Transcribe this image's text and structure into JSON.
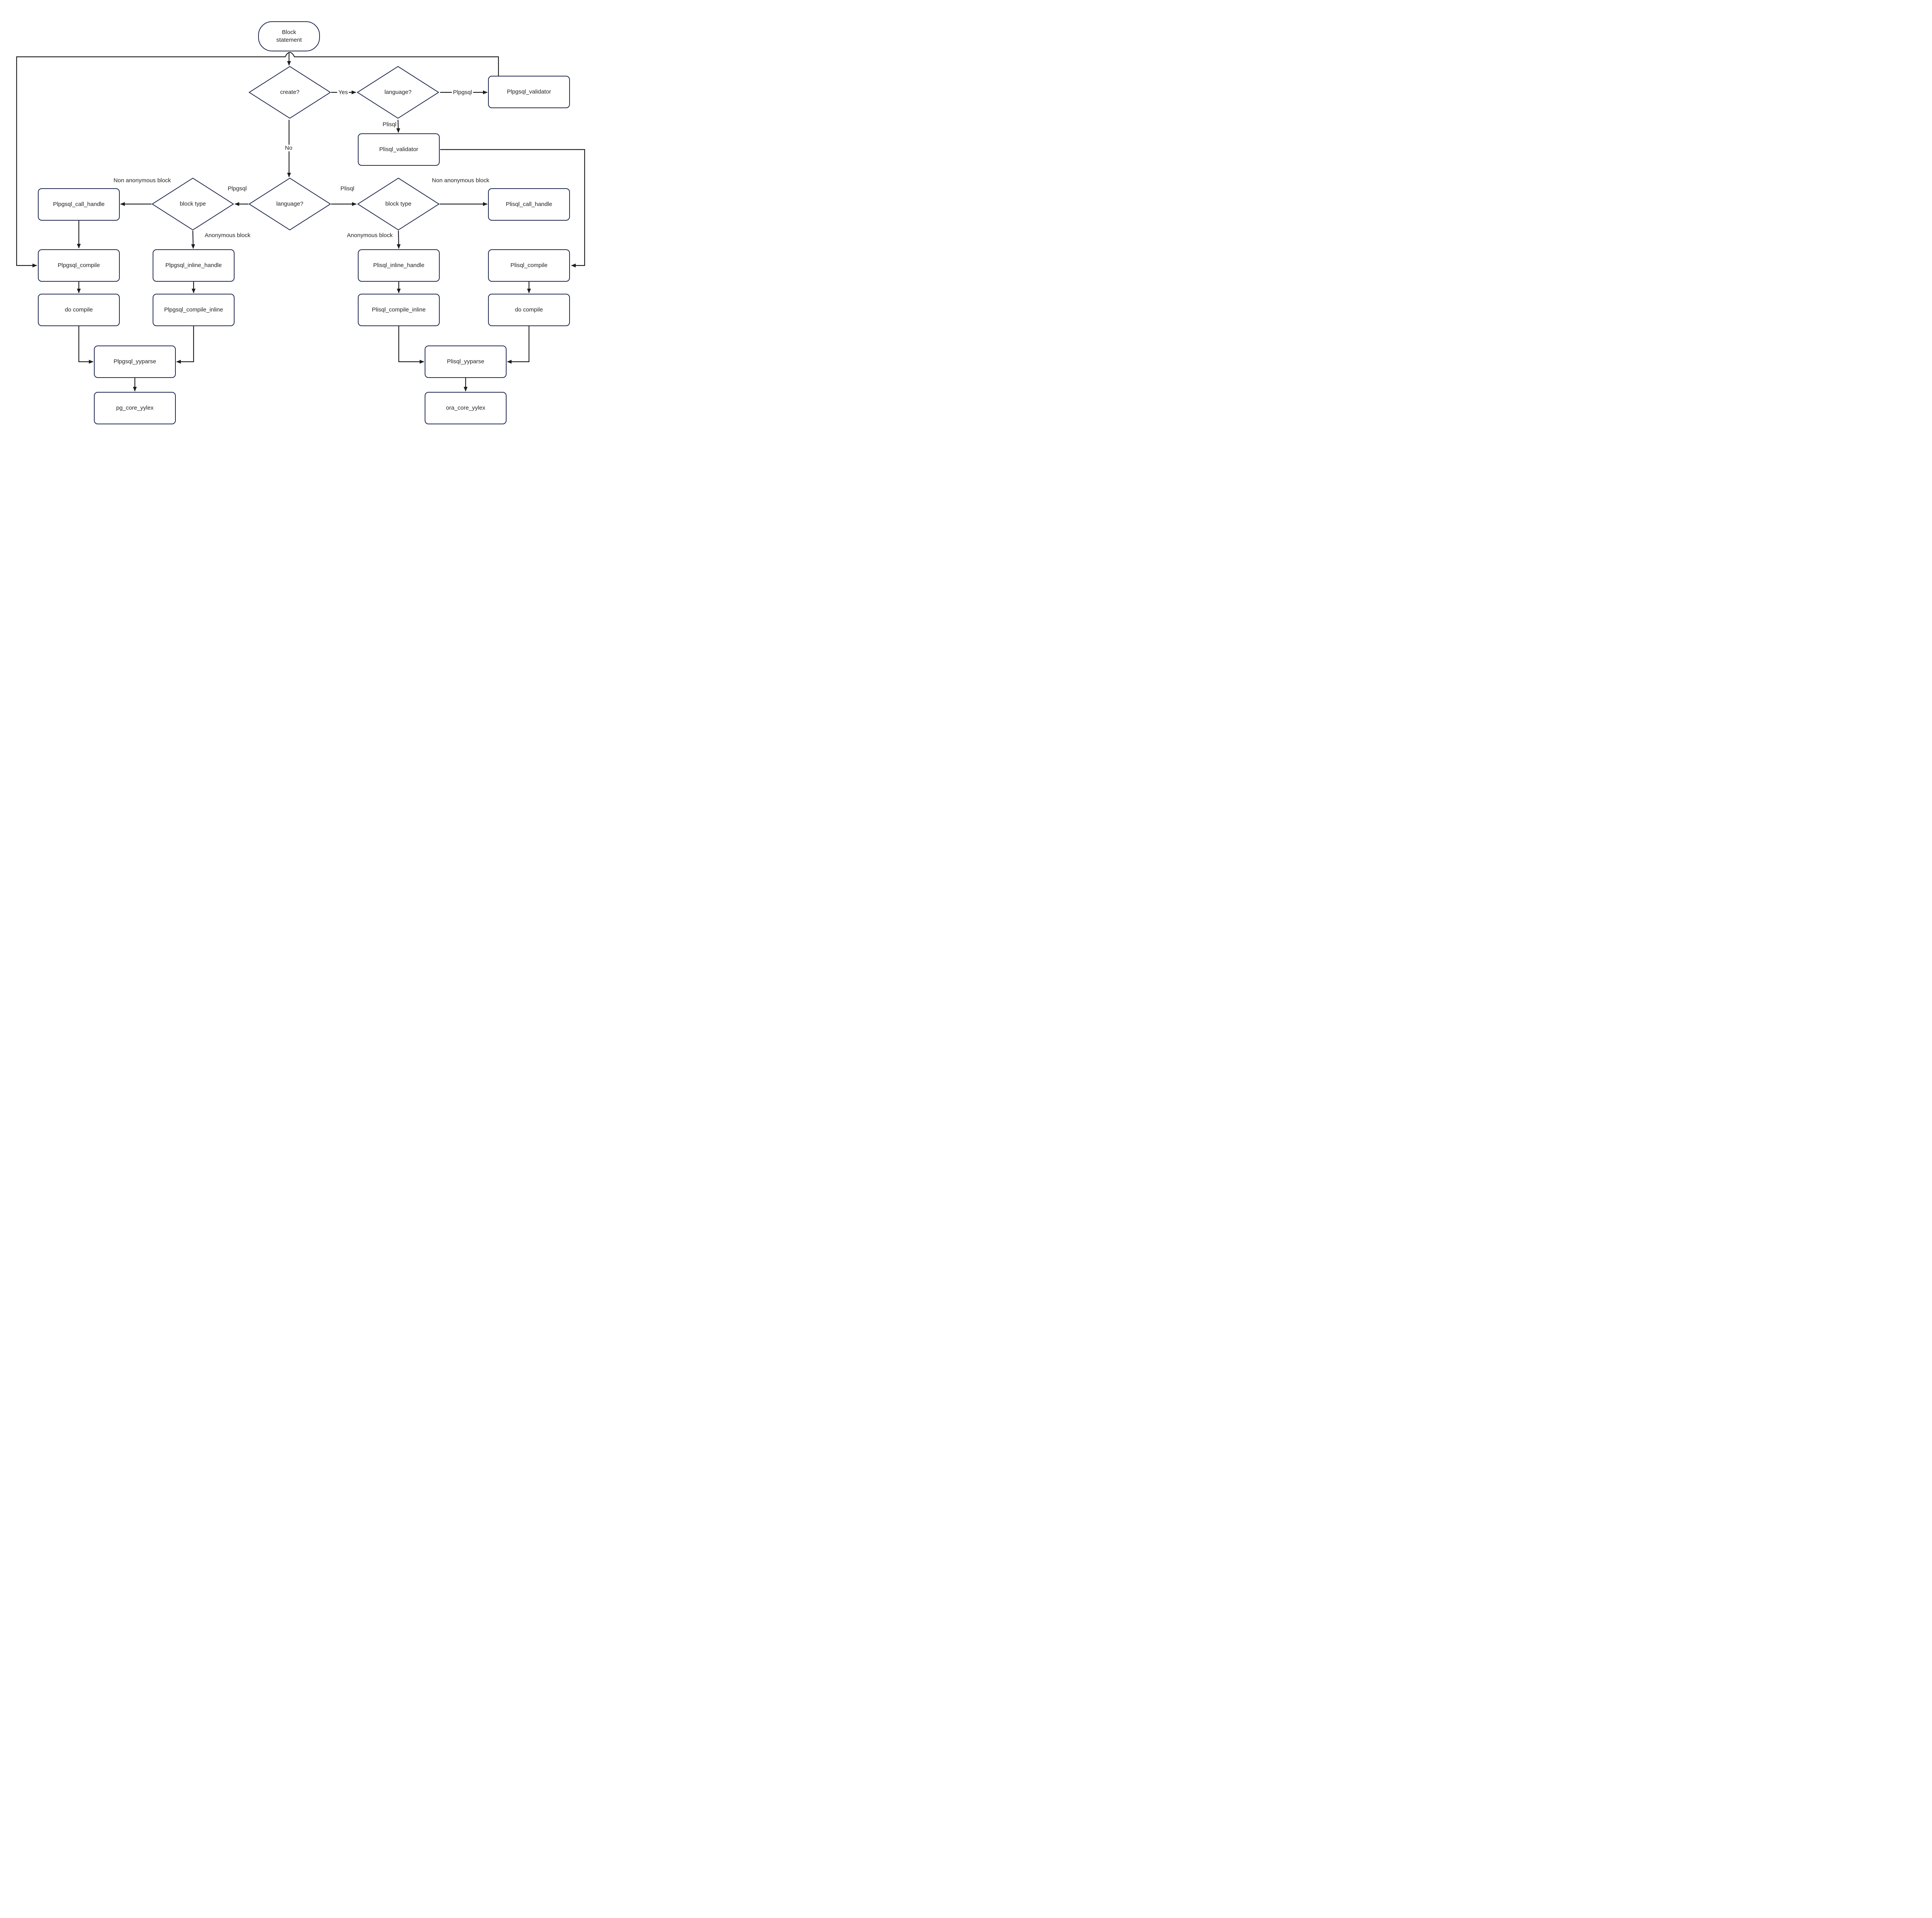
{
  "diagram": {
    "type": "flowchart",
    "colors": {
      "node_border": "#232c54",
      "edge": "#1c1c1c",
      "text": "#1f1f1f",
      "background": "#ffffff"
    },
    "nodes": {
      "block_statement": {
        "label": "Block statement",
        "shape": "stadium"
      },
      "create_q": {
        "label": "create?",
        "shape": "diamond"
      },
      "language_top": {
        "label": "language?",
        "shape": "diamond"
      },
      "plpgsql_validator": {
        "label": "Plpgsql_validator",
        "shape": "box"
      },
      "plisql_validator": {
        "label": "Plisql_validator",
        "shape": "box"
      },
      "language_center": {
        "label": "language?",
        "shape": "diamond"
      },
      "block_type_left": {
        "label": "block type",
        "shape": "diamond"
      },
      "block_type_right": {
        "label": "block type",
        "shape": "diamond"
      },
      "plpgsql_call_handle": {
        "label": "Plpgsql_call_handle",
        "shape": "box"
      },
      "plisql_call_handle": {
        "label": "Plisql_call_handle",
        "shape": "box"
      },
      "plpgsql_compile": {
        "label": "Plpgsql_compile",
        "shape": "box"
      },
      "plpgsql_inline_handle": {
        "label": "Plpgsql_inline_handle",
        "shape": "box"
      },
      "plisql_inline_handle": {
        "label": "Plisql_inline_handle",
        "shape": "box"
      },
      "plisql_compile": {
        "label": "Plisql_compile",
        "shape": "box"
      },
      "do_compile_left": {
        "label": "do compile",
        "shape": "box"
      },
      "plpgsql_compile_inline": {
        "label": "Plpgsql_compile_inline",
        "shape": "box"
      },
      "plisql_compile_inline": {
        "label": "Plisql_compile_inline",
        "shape": "box"
      },
      "do_compile_right": {
        "label": "do compile",
        "shape": "box"
      },
      "plpgsql_yyparse": {
        "label": "Plpgsql_yyparse",
        "shape": "box"
      },
      "plisql_yyparse": {
        "label": "Plisql_yyparse",
        "shape": "box"
      },
      "pg_core_yylex": {
        "label": "pg_core_yylex",
        "shape": "box"
      },
      "ora_core_yylex": {
        "label": "ora_core_yylex",
        "shape": "box"
      }
    },
    "edge_labels": {
      "yes": "Yes",
      "no": "No",
      "plpgsql_top": "Plpgsql",
      "plisql_top": "Plisql",
      "plpgsql_left": "Plpgsql",
      "plisql_right": "Plisql",
      "non_anonymous_left": "Non anonymous block",
      "non_anonymous_right": "Non anonymous block",
      "anonymous_left": "Anonymous block",
      "anonymous_right": "Anonymous block"
    },
    "edges": [
      {
        "from": "Block statement",
        "to": "create?",
        "label": ""
      },
      {
        "from": "create?",
        "to": "language? (top)",
        "label": "Yes"
      },
      {
        "from": "language? (top)",
        "to": "Plpgsql_validator",
        "label": "Plpgsql"
      },
      {
        "from": "language? (top)",
        "to": "Plisql_validator",
        "label": "Plisql"
      },
      {
        "from": "create?",
        "to": "language? (center)",
        "label": "No"
      },
      {
        "from": "language? (center)",
        "to": "block type (left)",
        "label": "Plpgsql"
      },
      {
        "from": "language? (center)",
        "to": "block type (right)",
        "label": "Plisql"
      },
      {
        "from": "block type (left)",
        "to": "Plpgsql_call_handle",
        "label": "Non anonymous block"
      },
      {
        "from": "block type (left)",
        "to": "Plpgsql_inline_handle",
        "label": "Anonymous block"
      },
      {
        "from": "block type (right)",
        "to": "Plisql_call_handle",
        "label": "Non anonymous block"
      },
      {
        "from": "block type (right)",
        "to": "Plisql_inline_handle",
        "label": "Anonymous block"
      },
      {
        "from": "Plpgsql_validator",
        "to": "Plpgsql_compile",
        "label": ""
      },
      {
        "from": "Plisql_validator",
        "to": "Plisql_compile",
        "label": ""
      },
      {
        "from": "Plpgsql_call_handle",
        "to": "Plpgsql_compile",
        "label": ""
      },
      {
        "from": "Plisql_call_handle",
        "to": "Plisql_compile",
        "label": ""
      },
      {
        "from": "Plpgsql_compile",
        "to": "do compile (left)",
        "label": ""
      },
      {
        "from": "Plpgsql_inline_handle",
        "to": "Plpgsql_compile_inline",
        "label": ""
      },
      {
        "from": "Plisql_inline_handle",
        "to": "Plisql_compile_inline",
        "label": ""
      },
      {
        "from": "Plisql_compile",
        "to": "do compile (right)",
        "label": ""
      },
      {
        "from": "do compile (left)",
        "to": "Plpgsql_yyparse",
        "label": ""
      },
      {
        "from": "Plpgsql_compile_inline",
        "to": "Plpgsql_yyparse",
        "label": ""
      },
      {
        "from": "Plisql_compile_inline",
        "to": "Plisql_yyparse",
        "label": ""
      },
      {
        "from": "do compile (right)",
        "to": "Plisql_yyparse",
        "label": ""
      },
      {
        "from": "Plpgsql_yyparse",
        "to": "pg_core_yylex",
        "label": ""
      },
      {
        "from": "Plisql_yyparse",
        "to": "ora_core_yylex",
        "label": ""
      }
    ]
  }
}
